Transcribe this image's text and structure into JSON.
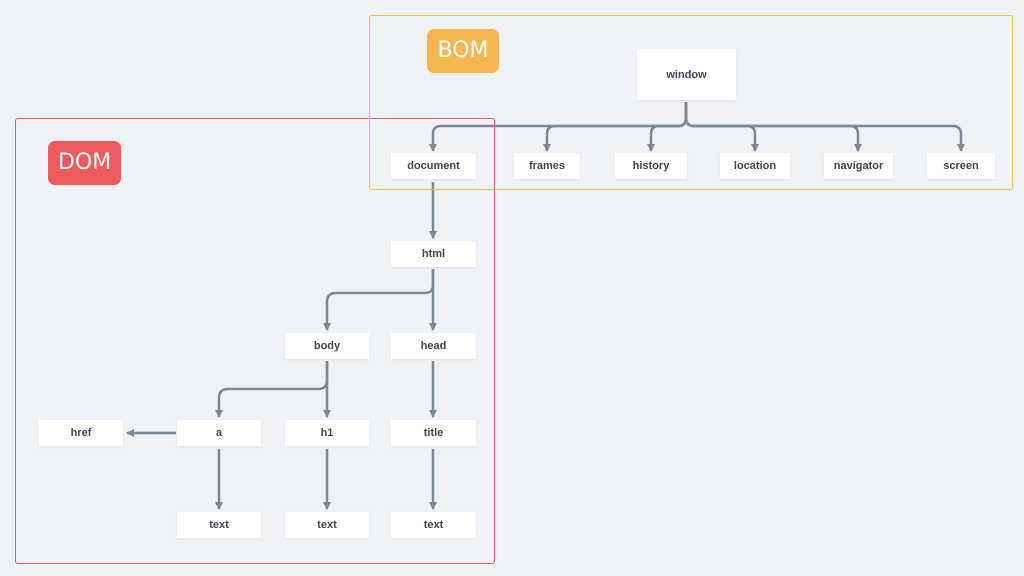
{
  "groups": {
    "dom": {
      "label": "DOM",
      "color": "#f05a5c"
    },
    "bom": {
      "label": "BOM",
      "color": "#f7b650"
    }
  },
  "nodes": {
    "window": "window",
    "document": "document",
    "frames": "frames",
    "history": "history",
    "location": "location",
    "navigator": "navigator",
    "screen": "screen",
    "html": "html",
    "body": "body",
    "head": "head",
    "a": "a",
    "h1": "h1",
    "title": "title",
    "href": "href",
    "text_a": "text",
    "text_h1": "text",
    "text_title": "text"
  },
  "edges": [
    [
      "window",
      "document"
    ],
    [
      "window",
      "frames"
    ],
    [
      "window",
      "history"
    ],
    [
      "window",
      "location"
    ],
    [
      "window",
      "navigator"
    ],
    [
      "window",
      "screen"
    ],
    [
      "document",
      "html"
    ],
    [
      "html",
      "body"
    ],
    [
      "html",
      "head"
    ],
    [
      "body",
      "a"
    ],
    [
      "body",
      "h1"
    ],
    [
      "head",
      "title"
    ],
    [
      "a",
      "href"
    ],
    [
      "a",
      "text_a"
    ],
    [
      "h1",
      "text_h1"
    ],
    [
      "title",
      "text_title"
    ]
  ],
  "colors": {
    "background": "#eef1f5",
    "edge": "#7d8896",
    "node_text": "#3e4656"
  }
}
